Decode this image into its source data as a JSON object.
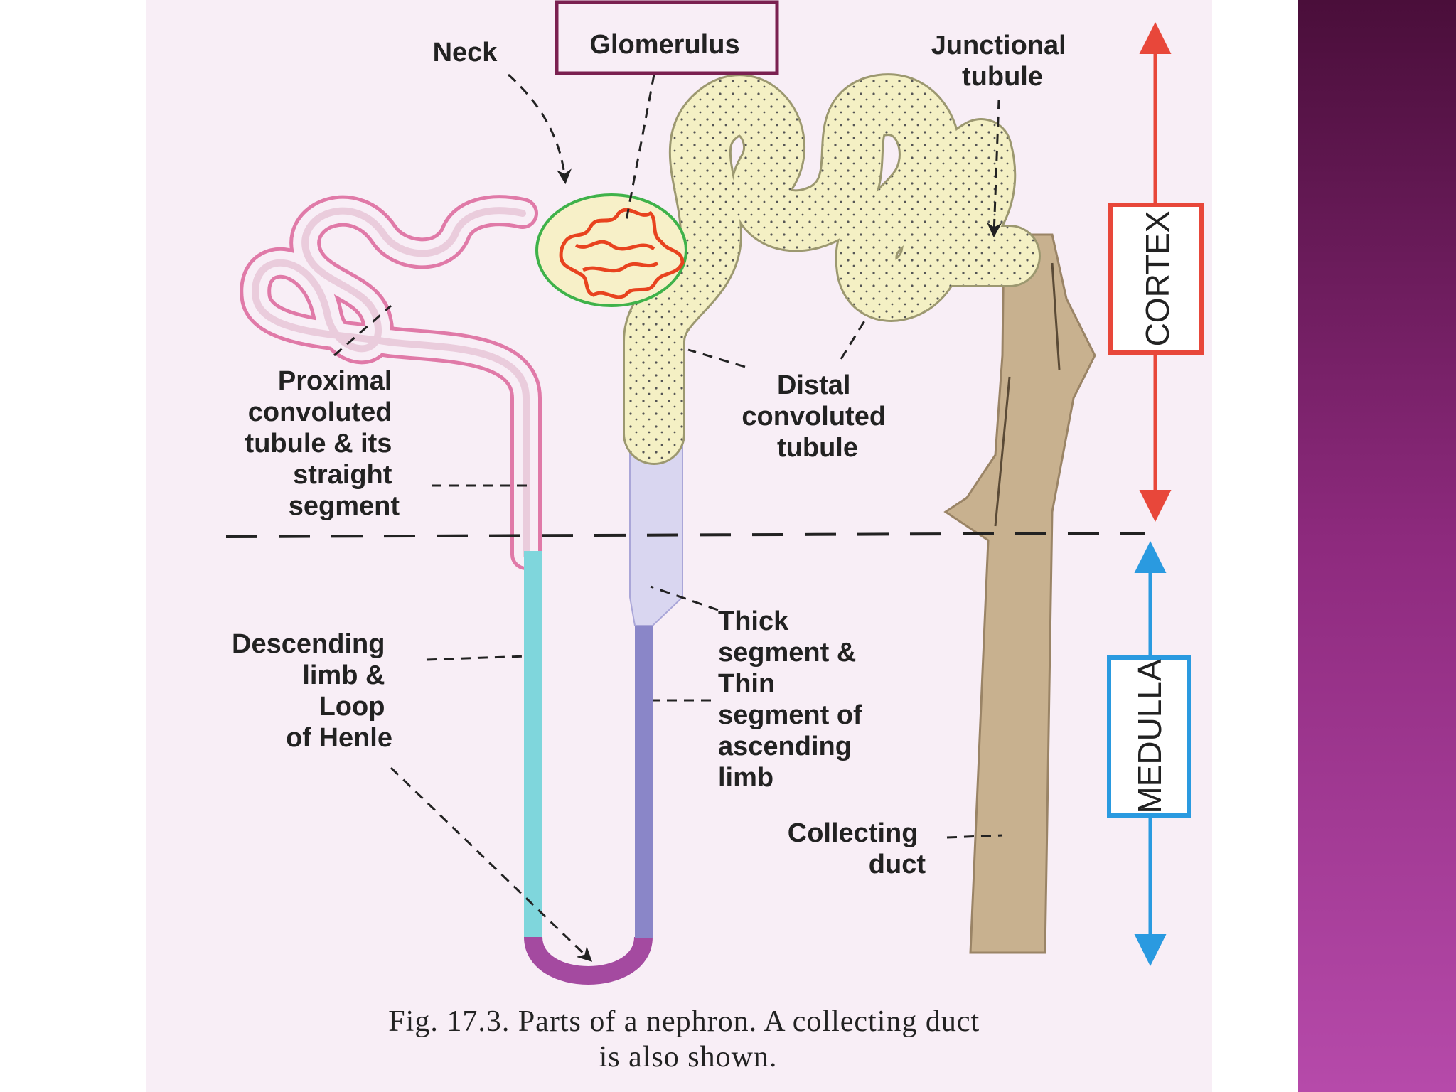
{
  "labels": {
    "neck": "Neck",
    "glomerulus": "Glomerulus",
    "junctional": [
      "Junctional",
      "tubule"
    ],
    "proximal": [
      "Proximal",
      "convoluted",
      "tubule & its",
      "straight",
      "segment"
    ],
    "distal": [
      "Distal",
      "convoluted",
      "tubule"
    ],
    "descending": [
      "Descending",
      "limb &",
      "Loop",
      "of Henle"
    ],
    "thick": [
      "Thick",
      "segment &",
      "Thin",
      "segment of",
      "ascending",
      "limb"
    ],
    "collecting": [
      "Collecting",
      "duct"
    ]
  },
  "zones": {
    "cortex": "CORTEX",
    "medulla": "MEDULLA"
  },
  "caption": [
    "Fig. 17.3. Parts of a nephron.  A collecting duct",
    "is also shown."
  ],
  "colors": {
    "proximal_tubule": "#e07aa8",
    "distal_tubule": "#f3efc0",
    "glomerulus_capsule": "#3fb24a",
    "glomerulus_capillary": "#e8431f",
    "descending_limb": "#7fd6dc",
    "thin_ascending": "#8a86c8",
    "loop_bottom": "#a44aa0",
    "collecting_duct": "#c8b18f",
    "cortex_accent": "#e8473a",
    "medulla_accent": "#2a9ae0",
    "side_band_top": "#4a0e3a",
    "side_band_bottom": "#b64aaa"
  }
}
